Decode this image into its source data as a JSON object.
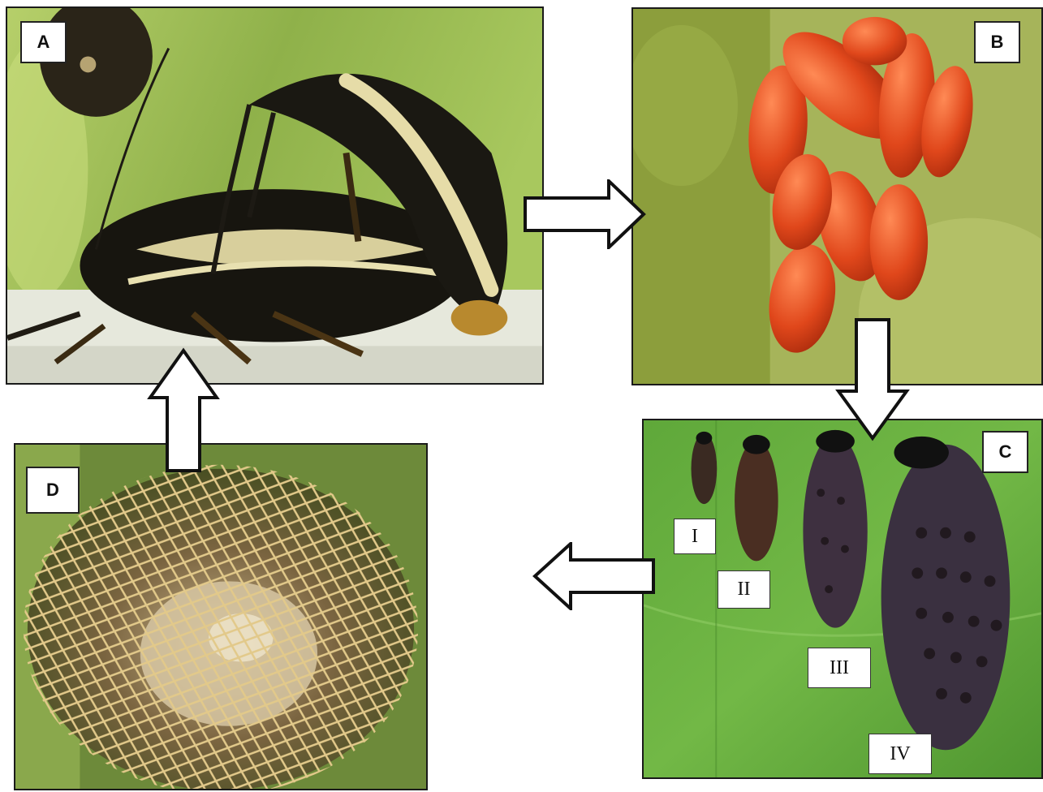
{
  "panels": {
    "a": {
      "label": "A"
    },
    "b": {
      "label": "B"
    },
    "c": {
      "label": "C",
      "instars": [
        "I",
        "II",
        "III",
        "IV"
      ]
    },
    "d": {
      "label": "D"
    }
  },
  "colors": {
    "outline": "#1a1a1a",
    "arrow_fill": "#ffffff",
    "leaf_green": "#7fb23a",
    "egg_orange": "#e0471b",
    "beetle_black": "#15140f",
    "cocoon_tan": "#c9a771"
  }
}
